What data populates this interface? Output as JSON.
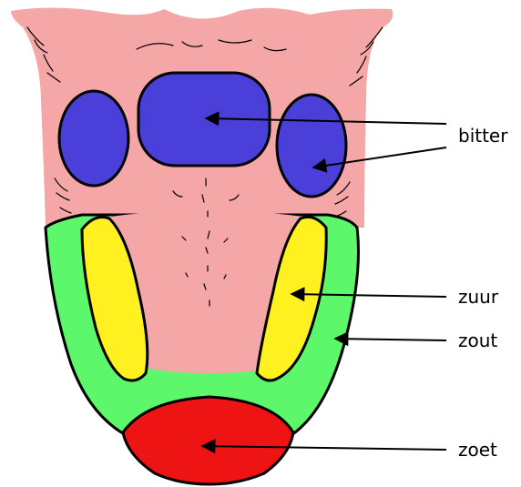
{
  "labels": {
    "bitter": "bitter",
    "zuur": "zuur",
    "zout": "zout",
    "zoet": "zoet"
  },
  "colors": {
    "tongue": "#f5a6a6",
    "bitter": "#4a3fd8",
    "zuur": "#fff020",
    "zout": "#5cf76a",
    "zoet": "#ee1414",
    "outline": "#000000",
    "background": "#ffffff"
  }
}
